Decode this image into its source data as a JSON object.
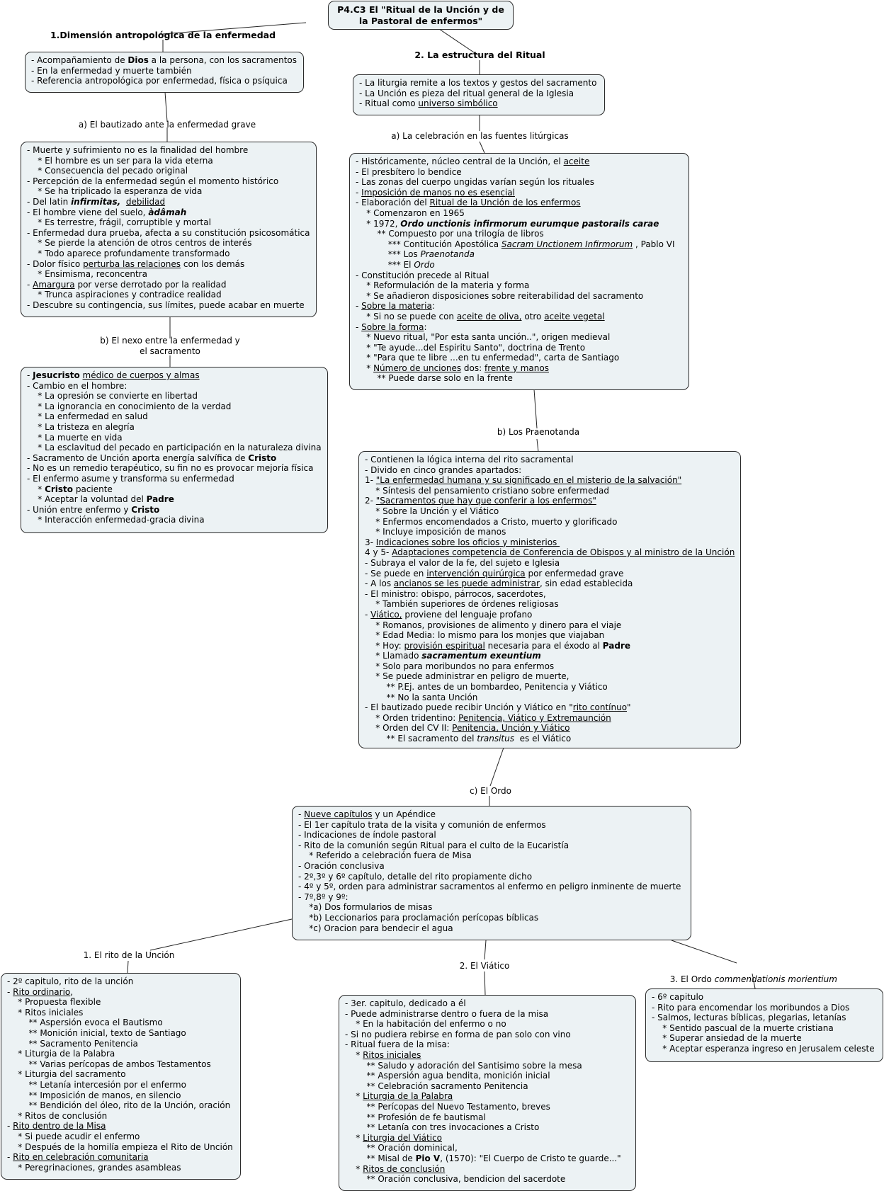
{
  "title": "P4.C3 El \"Ritual de la Unción y de la Pastoral de enfermos\"",
  "labels": {
    "dim1": "1.Dimensión antropológica de la enfermedad",
    "dim2": "2. La estructura del Ritual",
    "a_bautizado": "a) El bautizado ante la enfermedad grave",
    "b_nexo": "b) El nexo entre la enfermedad y\nel sacramento",
    "a_celebracion": "a) La celebración en las fuentes litúrgicas",
    "b_praenotanda": "b) Los Praenotanda",
    "c_ordo": "c) El Ordo",
    "rito_uncion": "1. El rito de la Unción",
    "viatico": "2. El Viático",
    "ordo_commend_prefix": "3. El Ordo ",
    "ordo_commend_italic": "commendationis morientium"
  },
  "boxes": {
    "dim1_box": [
      [
        {
          "t": "- Acompañamiento de "
        },
        {
          "t": "Dios",
          "b": true
        },
        {
          "t": " a la persona, con los sacramentos"
        }
      ],
      [
        {
          "t": "- En la enfermedad y muerte también"
        }
      ],
      [
        {
          "t": "- Referencia antropológica por enfermedad, física o psíquica"
        }
      ]
    ],
    "bautizado_box": [
      [
        {
          "t": "- Muerte y sufrimiento no es la finalidad del hombre"
        }
      ],
      [
        {
          "t": "    * El hombre es un ser para la vida eterna"
        }
      ],
      [
        {
          "t": "    * Consecuencia del pecado original"
        }
      ],
      [
        {
          "t": "- Percepción de la enfermedad según el momento histórico"
        }
      ],
      [
        {
          "t": "    * Se ha triplicado la esperanza de vida"
        }
      ],
      [
        {
          "t": "- Del latin "
        },
        {
          "t": "infirmitas,",
          "b": true,
          "i": true
        },
        {
          "t": "  "
        },
        {
          "t": "debilidad",
          "u": true
        }
      ],
      [
        {
          "t": "- El hombre viene del suelo, "
        },
        {
          "t": "àdâmah",
          "b": true,
          "i": true
        }
      ],
      [
        {
          "t": "    * Es terrestre, frágil, corruptible y mortal"
        }
      ],
      [
        {
          "t": "- Enfermedad dura prueba, afecta a su constitución psicosomática"
        }
      ],
      [
        {
          "t": "    * Se pierde la atención de otros centros de interés"
        }
      ],
      [
        {
          "t": "    * Todo aparece profundamente transformado"
        }
      ],
      [
        {
          "t": "- Dolor físico "
        },
        {
          "t": "perturba las relaciones",
          "u": true
        },
        {
          "t": " con los demás"
        }
      ],
      [
        {
          "t": "    * Ensimisma, reconcentra"
        }
      ],
      [
        {
          "t": "- "
        },
        {
          "t": "Amargura",
          "u": true
        },
        {
          "t": " por verse derrotado por la realidad"
        }
      ],
      [
        {
          "t": "    * Trunca aspiraciones y contradice realidad"
        }
      ],
      [
        {
          "t": "- Descubre su contingencia, sus límites, puede acabar en muerte"
        }
      ]
    ],
    "nexo_box": [
      [
        {
          "t": "- "
        },
        {
          "t": "Jesucristo",
          "b": true
        },
        {
          "t": " "
        },
        {
          "t": "médico de cuerpos y almas",
          "u": true
        }
      ],
      [
        {
          "t": "- Cambio en el hombre:"
        }
      ],
      [
        {
          "t": "    * La opresión se convierte en libertad"
        }
      ],
      [
        {
          "t": "    * La ignorancia en conocimiento de la verdad"
        }
      ],
      [
        {
          "t": "    * La enfermedad en salud"
        }
      ],
      [
        {
          "t": "    * La tristeza en alegría"
        }
      ],
      [
        {
          "t": "    * La muerte en vida"
        }
      ],
      [
        {
          "t": "    * La esclavitud del pecado en participación en la naturaleza divina"
        }
      ],
      [
        {
          "t": "- Sacramento de Unción aporta energía salvífica de "
        },
        {
          "t": "Cristo",
          "b": true
        }
      ],
      [
        {
          "t": "- No es un remedio terapéutico, su fin no es provocar mejoría física"
        }
      ],
      [
        {
          "t": "- El enfermo asume y transforma su enfermedad"
        }
      ],
      [
        {
          "t": "    * "
        },
        {
          "t": "Cristo",
          "b": true
        },
        {
          "t": " paciente"
        }
      ],
      [
        {
          "t": "    * Aceptar la voluntad del "
        },
        {
          "t": "Padre",
          "b": true
        }
      ],
      [
        {
          "t": "- Unión entre enfermo y "
        },
        {
          "t": "Cristo",
          "b": true
        }
      ],
      [
        {
          "t": "    * Interacción enfermedad-gracia divina"
        }
      ]
    ],
    "dim2_box": [
      [
        {
          "t": "- La liturgia remite a los textos y gestos del sacramento"
        }
      ],
      [
        {
          "t": "- La Unción es pieza del ritual general de la Iglesia"
        }
      ],
      [
        {
          "t": "- Ritual como "
        },
        {
          "t": "universo simbólico",
          "u": true
        }
      ]
    ],
    "celebracion_box": [
      [
        {
          "t": "- Históricamente, núcleo central de la Unción, el "
        },
        {
          "t": "aceite",
          "u": true
        }
      ],
      [
        {
          "t": "- El presbítero lo bendice"
        }
      ],
      [
        {
          "t": "- Las zonas del cuerpo ungidas varían según los rituales"
        }
      ],
      [
        {
          "t": "- "
        },
        {
          "t": "Imposición de manos no es esencial",
          "u": true
        }
      ],
      [
        {
          "t": "- Elaboración del "
        },
        {
          "t": "Ritual de la Unción de los enfermos",
          "u": true
        }
      ],
      [
        {
          "t": "    * Comenzaron en 1965"
        }
      ],
      [
        {
          "t": "    * 1972, "
        },
        {
          "t": "Ordo unctionis infirmorum eurumque pastorails carae",
          "b": true,
          "i": true
        }
      ],
      [
        {
          "t": "        ** Compuesto por una trilogía de libros"
        }
      ],
      [
        {
          "t": "            *** Contitución Apostólica "
        },
        {
          "t": "Sacram Unctionem Infirmorum",
          "u": true,
          "i": true
        },
        {
          "t": " , Pablo VI"
        }
      ],
      [
        {
          "t": "            *** Los "
        },
        {
          "t": "Praenotanda",
          "i": true
        }
      ],
      [
        {
          "t": "            *** El "
        },
        {
          "t": "Ordo",
          "i": true
        }
      ],
      [
        {
          "t": "- Constitución precede al Ritual"
        }
      ],
      [
        {
          "t": "    * Reformulación de la materia y forma"
        }
      ],
      [
        {
          "t": "    * Se añadieron disposiciones sobre reiterabilidad del sacramento"
        }
      ],
      [
        {
          "t": "- "
        },
        {
          "t": "Sobre la materia",
          "u": true
        },
        {
          "t": ":"
        }
      ],
      [
        {
          "t": "    * Si no se puede con "
        },
        {
          "t": "aceite de oliva,",
          "u": true
        },
        {
          "t": " otro "
        },
        {
          "t": "aceite vegetal",
          "u": true
        }
      ],
      [
        {
          "t": "- "
        },
        {
          "t": "Sobre la forma",
          "u": true
        },
        {
          "t": ":"
        }
      ],
      [
        {
          "t": "    * Nuevo ritual, \"Por esta santa unción..\", origen medieval"
        }
      ],
      [
        {
          "t": "    * \"Te ayude...del Espiritu Santo\", doctrina de Trento"
        }
      ],
      [
        {
          "t": "    * \"Para que te libre ...en tu enfermedad\", carta de Santiago"
        }
      ],
      [
        {
          "t": "    * "
        },
        {
          "t": "Número de unciones",
          "u": true
        },
        {
          "t": " dos: "
        },
        {
          "t": "frente y manos",
          "u": true
        }
      ],
      [
        {
          "t": "        ** Puede darse solo en la frente"
        }
      ]
    ],
    "praenotanda_box": [
      [
        {
          "t": "- Contienen la lógica interna del rito sacramental"
        }
      ],
      [
        {
          "t": "- Divido en cinco grandes apartados:"
        }
      ],
      [
        {
          "t": "1- "
        },
        {
          "t": "\"La enfermedad humana y su significado en el misterio de la salvación\"",
          "u": true
        }
      ],
      [
        {
          "t": "    * Síntesis del pensamiento cristiano sobre enfermedad"
        }
      ],
      [
        {
          "t": "2- "
        },
        {
          "t": "\"Sacramentos que hay que conferir a los enfermos\"",
          "u": true
        }
      ],
      [
        {
          "t": "    * Sobre la Unción y el Viático"
        }
      ],
      [
        {
          "t": "    * Enfermos encomendados a Cristo, muerto y glorificado"
        }
      ],
      [
        {
          "t": "    * Incluye imposición de manos"
        }
      ],
      [
        {
          "t": "3- "
        },
        {
          "t": "Indicaciones sobre los oficios y ministerios ",
          "u": true
        }
      ],
      [
        {
          "t": "4 y 5- "
        },
        {
          "t": "Adaptaciones competencia de Conferencia de Obispos y al ministro de la Unción",
          "u": true
        }
      ],
      [
        {
          "t": "- Subraya el valor de la fe, del sujeto e Iglesia"
        }
      ],
      [
        {
          "t": "- Se puede en "
        },
        {
          "t": "intervención quirúrgica",
          "u": true
        },
        {
          "t": " por enfermedad grave"
        }
      ],
      [
        {
          "t": "- A los "
        },
        {
          "t": "ancianos se les puede administrar",
          "u": true
        },
        {
          "t": ", sin edad establecida"
        }
      ],
      [
        {
          "t": "- El ministro: obispo, párrocos, sacerdotes,"
        }
      ],
      [
        {
          "t": "    * También superiores de órdenes religiosas"
        }
      ],
      [
        {
          "t": "- "
        },
        {
          "t": "Viático,",
          "u": true
        },
        {
          "t": " proviene del lenguaje profano"
        }
      ],
      [
        {
          "t": "    * Romanos, provisiones de alimento y dinero para el viaje"
        }
      ],
      [
        {
          "t": "    * Edad Media: lo mismo para los monjes que viajaban"
        }
      ],
      [
        {
          "t": "    * Hoy: "
        },
        {
          "t": "provisión espiritual",
          "u": true
        },
        {
          "t": " necesaria para el éxodo al "
        },
        {
          "t": "Padre",
          "b": true
        }
      ],
      [
        {
          "t": "    * Llamado "
        },
        {
          "t": "sacramentum exeuntium",
          "b": true,
          "i": true
        }
      ],
      [
        {
          "t": "    * Solo para moribundos no para enfermos"
        }
      ],
      [
        {
          "t": "    * Se puede administrar en peligro de muerte,"
        }
      ],
      [
        {
          "t": "        ** P.Ej. antes de un bombardeo, Penitencia y Viático"
        }
      ],
      [
        {
          "t": "        ** No la santa Unción"
        }
      ],
      [
        {
          "t": "- El bautizado puede recibir Unción y Viático en \""
        },
        {
          "t": "rito contínuo",
          "u": true
        },
        {
          "t": "\""
        }
      ],
      [
        {
          "t": "    * Orden tridentino: "
        },
        {
          "t": "Penitencia, Viático y Extremaunción",
          "u": true
        }
      ],
      [
        {
          "t": "    * Orden del CV II: "
        },
        {
          "t": "Penitencia, Unción y Viático",
          "u": true
        }
      ],
      [
        {
          "t": "        ** El sacramento del "
        },
        {
          "t": "transitus",
          "i": true
        },
        {
          "t": "  es el Viático"
        }
      ]
    ],
    "ordo_box": [
      [
        {
          "t": "- "
        },
        {
          "t": "Nueve capítulos",
          "u": true
        },
        {
          "t": " y un Apéndice"
        }
      ],
      [
        {
          "t": "- El 1er capítulo trata de la visita y comunión de enfermos"
        }
      ],
      [
        {
          "t": "- Indicaciones de índole pastoral"
        }
      ],
      [
        {
          "t": "- Rito de la comunión según Ritual para el culto de la Eucaristía"
        }
      ],
      [
        {
          "t": "    * Referido a celebración fuera de Misa"
        }
      ],
      [
        {
          "t": "- Oración conclusiva"
        }
      ],
      [
        {
          "t": "- 2º,3º y 6º capítulo, detalle del rito propiamente dicho"
        }
      ],
      [
        {
          "t": "- 4º y 5º, orden para administrar sacramentos al enfermo en peligro inminente de muerte"
        }
      ],
      [
        {
          "t": "- 7º,8º y 9º:"
        }
      ],
      [
        {
          "t": "    *a) Dos formularios de misas"
        }
      ],
      [
        {
          "t": "    *b) Leccionarios para proclamación perícopas bíblicas"
        }
      ],
      [
        {
          "t": "    *c) Oracion para bendecir el agua"
        }
      ]
    ],
    "rito_box": [
      [
        {
          "t": "- 2º capitulo, rito de la unción"
        }
      ],
      [
        {
          "t": "- "
        },
        {
          "t": "Rito ordinario",
          "u": true
        },
        {
          "t": ","
        }
      ],
      [
        {
          "t": "    * Propuesta flexible"
        }
      ],
      [
        {
          "t": "    * Ritos iniciales"
        }
      ],
      [
        {
          "t": "        ** Aspersión evoca el Bautismo"
        }
      ],
      [
        {
          "t": "        ** Monición inicial, texto de Santiago"
        }
      ],
      [
        {
          "t": "        ** Sacramento Penitencia"
        }
      ],
      [
        {
          "t": "    * Liturgia de la Palabra"
        }
      ],
      [
        {
          "t": "        ** Varias perícopas de ambos Testamentos"
        }
      ],
      [
        {
          "t": "    * Liturgia del sacramento"
        }
      ],
      [
        {
          "t": "        ** Letanía intercesión por el enfermo"
        }
      ],
      [
        {
          "t": "        ** Imposición de manos, en silencio"
        }
      ],
      [
        {
          "t": "        ** Bendición del óleo, rito de la Unción, oración"
        }
      ],
      [
        {
          "t": "    * Ritos de conclusión"
        }
      ],
      [
        {
          "t": "- "
        },
        {
          "t": "Rito dentro de la Misa",
          "u": true
        }
      ],
      [
        {
          "t": "    * Si puede acudir el enfermo"
        }
      ],
      [
        {
          "t": "    * Después de la homilía empieza el Rito de Unción"
        }
      ],
      [
        {
          "t": "- "
        },
        {
          "t": "Rito en celebración comunitaria",
          "u": true
        }
      ],
      [
        {
          "t": "    * Peregrinaciones, grandes asambleas"
        }
      ]
    ],
    "viatico_box": [
      [
        {
          "t": "- 3er. capitulo, dedicado a él"
        }
      ],
      [
        {
          "t": "- Puede administrarse dentro o fuera de la misa"
        }
      ],
      [
        {
          "t": "    * En la habitación del enfermo o no"
        }
      ],
      [
        {
          "t": "- Si no pudiera rebirse en forma de pan solo con vino"
        }
      ],
      [
        {
          "t": "- Ritual fuera de la misa:"
        }
      ],
      [
        {
          "t": "    * "
        },
        {
          "t": "Ritos iniciales",
          "u": true
        }
      ],
      [
        {
          "t": "        ** Saludo y adoración del Santisimo sobre la mesa"
        }
      ],
      [
        {
          "t": "        ** Aspersión agua bendita, monición inicial"
        }
      ],
      [
        {
          "t": "        ** Celebración sacramento Penitencia"
        }
      ],
      [
        {
          "t": "    * "
        },
        {
          "t": "Liturgia de la Palabra",
          "u": true
        }
      ],
      [
        {
          "t": "        ** Perícopas del Nuevo Testamento, breves"
        }
      ],
      [
        {
          "t": "        ** Profesión de fe bautismal"
        }
      ],
      [
        {
          "t": "        ** Letanía con tres invocaciones a Cristo"
        }
      ],
      [
        {
          "t": "    * "
        },
        {
          "t": "Liturgia del Viático",
          "u": true
        }
      ],
      [
        {
          "t": "        ** Oración dominical,"
        }
      ],
      [
        {
          "t": "        ** Misal de "
        },
        {
          "t": "Pio V",
          "b": true
        },
        {
          "t": ", (1570): \"El Cuerpo de Cristo te guarde...\""
        }
      ],
      [
        {
          "t": "    * "
        },
        {
          "t": "Ritos de conclusión",
          "u": true
        }
      ],
      [
        {
          "t": "        ** Oración conclusiva, bendicion del sacerdote"
        }
      ]
    ],
    "commend_box": [
      [
        {
          "t": "- 6º capitulo"
        }
      ],
      [
        {
          "t": "- Rito para encomendar los moribundos a Dios"
        }
      ],
      [
        {
          "t": "- Salmos, lecturas bíblicas, plegarias, letanías"
        }
      ],
      [
        {
          "t": "    * Sentido pascual de la muerte cristiana"
        }
      ],
      [
        {
          "t": "    * Superar ansiedad de la muerte"
        }
      ],
      [
        {
          "t": "    * Aceptar esperanza ingreso en Jerusalem celeste"
        }
      ]
    ]
  }
}
